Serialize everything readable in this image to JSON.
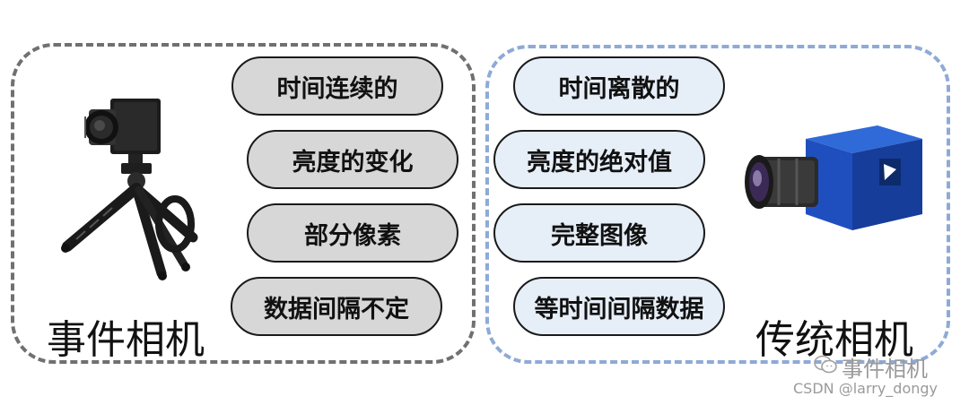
{
  "left_group": {
    "title": "事件相机",
    "items": [
      "时间连续的",
      "亮度的变化",
      "部分像素",
      "数据间隔不定"
    ]
  },
  "right_group": {
    "title": "传统相机",
    "items": [
      "时间离散的",
      "亮度的绝对值",
      "完整图像",
      "等时间间隔数据"
    ]
  },
  "colors": {
    "left_border": "#707070",
    "right_border": "#8eaad6",
    "left_pill_fill": "#d7d7d7",
    "right_pill_fill": "#e6eef8",
    "camera_body_blue": "#1f4fbf"
  },
  "watermark": {
    "channel": "事件相机",
    "source": "CSDN @larry_dongy"
  }
}
